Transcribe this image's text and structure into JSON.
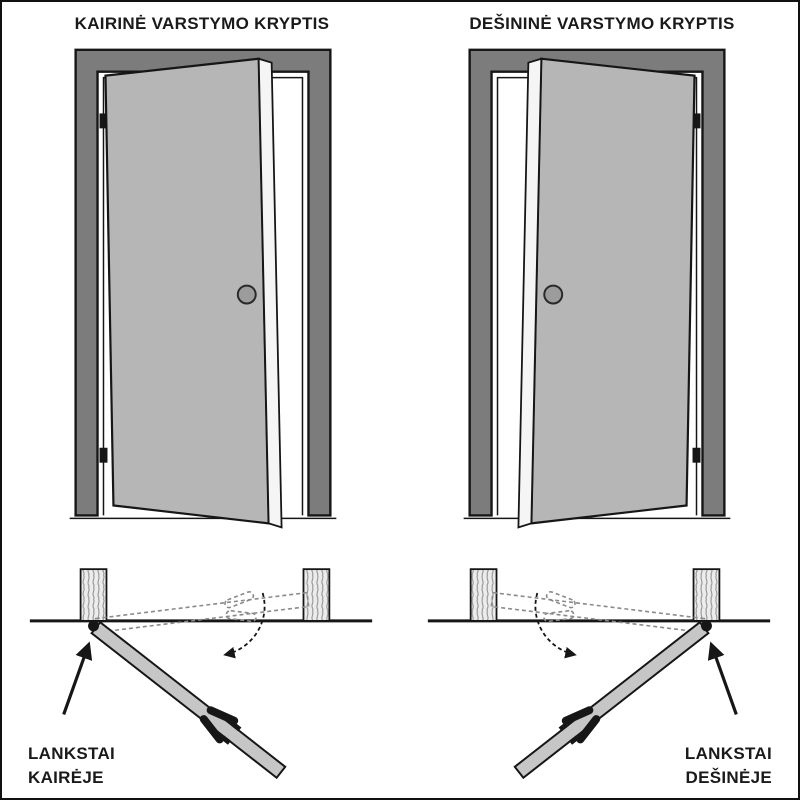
{
  "panels": [
    {
      "id": "left",
      "title": "KAIRINĖ VARSTYMO KRYPTIS",
      "hinge_label": {
        "line1": "LANKSTAI",
        "line2": "KAIRĖJE"
      }
    },
    {
      "id": "right",
      "title": "DEŠININĖ VARSTYMO KRYPTIS",
      "hinge_label": {
        "line1": "LANKSTAI",
        "line2": "DEŠINĖJE"
      }
    }
  ],
  "icons": [
    "door-front-view",
    "door-top-view",
    "hinge-dot",
    "swing-arc-arrow",
    "hinge-pointer-arrow"
  ],
  "colors": {
    "outline": "#161616",
    "frame_gray": "#7c7c7c",
    "leaf_gray": "#b6b6b6",
    "topview_leaf": "#c6c6c6",
    "dashed_gray": "#8a8a8a",
    "post_fill": "#ececec",
    "text_color": "#1a1a1a"
  }
}
